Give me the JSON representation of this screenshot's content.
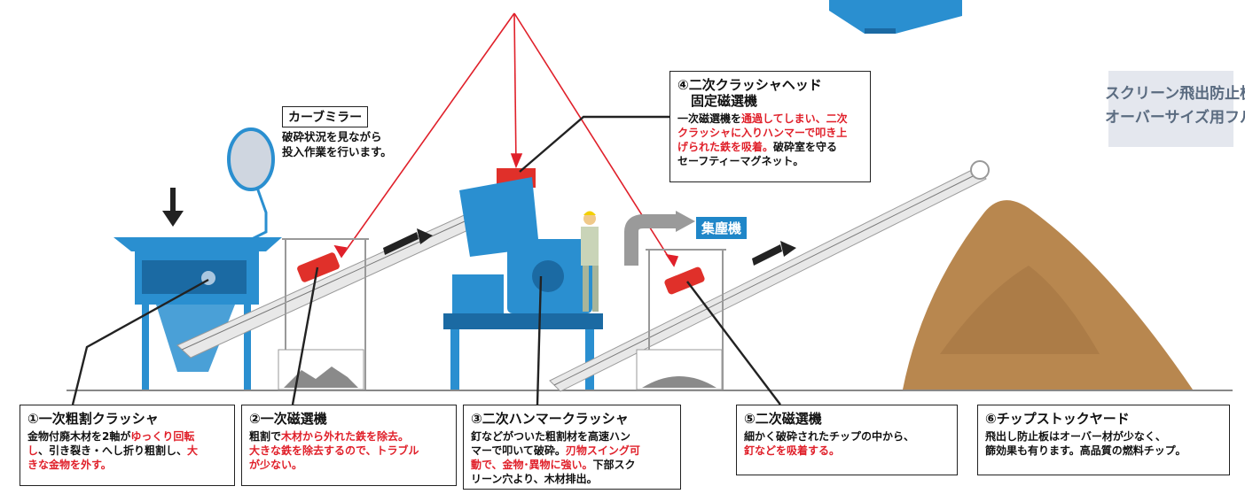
{
  "boxes": [
    {
      "title": "①一次粗割クラッシャ",
      "lines": [
        [
          {
            "t": "金物付廃木材を2軸が",
            "c": "k"
          },
          {
            "t": "ゆっくり回転",
            "c": "r"
          }
        ],
        [
          {
            "t": "し",
            "c": "r"
          },
          {
            "t": "、引き裂き・へし折り粗割し、",
            "c": "k"
          },
          {
            "t": "大",
            "c": "r"
          }
        ],
        [
          {
            "t": "きな金物を外す。",
            "c": "r"
          }
        ]
      ]
    },
    {
      "title": "②一次磁選機",
      "lines": [
        [
          {
            "t": "粗割で",
            "c": "k"
          },
          {
            "t": "木材から外れた鉄を除去。",
            "c": "r"
          }
        ],
        [
          {
            "t": "大きな鉄を除去するので、トラブル",
            "c": "r"
          }
        ],
        [
          {
            "t": "が少ない。",
            "c": "r"
          }
        ]
      ]
    },
    {
      "title": "③二次ハンマークラッシャ",
      "lines": [
        [
          {
            "t": "釘などがついた粗割材を高速ハン",
            "c": "k"
          }
        ],
        [
          {
            "t": "マーで叩いて破砕。",
            "c": "k"
          },
          {
            "t": "刃物スイング可",
            "c": "r"
          }
        ],
        [
          {
            "t": "動で、金物･異物に強い。",
            "c": "r"
          },
          {
            "t": "下部スク",
            "c": "k"
          }
        ],
        [
          {
            "t": "リーン穴より、木材排出。",
            "c": "k"
          }
        ]
      ]
    },
    {
      "title": "④二次クラッシャヘッド\n　固定磁選機",
      "lines": [
        [
          {
            "t": "一次磁選機を",
            "c": "k"
          },
          {
            "t": "通過してしまい、二次",
            "c": "r"
          }
        ],
        [
          {
            "t": "クラッシャに入りハンマーで叩き上",
            "c": "r"
          }
        ],
        [
          {
            "t": "げられた鉄を吸着。",
            "c": "r"
          },
          {
            "t": "破砕室を守る",
            "c": "k"
          }
        ],
        [
          {
            "t": "セーフティーマグネット。",
            "c": "k"
          }
        ]
      ]
    },
    {
      "title": "⑤二次磁選機",
      "lines": [
        [
          {
            "t": "細かく破砕されたチップの中から、",
            "c": "k"
          }
        ],
        [
          {
            "t": "釘などを吸着する。",
            "c": "r"
          }
        ]
      ]
    },
    {
      "title": "⑥チップストックヤード",
      "lines": [
        [
          {
            "t": "飛出し防止板はオーバー材が少なく、",
            "c": "k"
          }
        ],
        [
          {
            "t": "篩効果も有ります。高品質の燃料チップ。",
            "c": "k"
          }
        ]
      ]
    }
  ],
  "mirror": {
    "label": "カーブミラー",
    "line1": "破砕状況を見ながら",
    "line2": "投入作業を行います。"
  },
  "note": {
    "line1": "スクリーン飛出防止板で",
    "line2": "オーバーサイズ用フルイ不要"
  },
  "dust_label": "集塵機",
  "colors": {
    "machine": "#2a8fd0",
    "machine_dark": "#1b6aa3",
    "magnet": "#e0302a",
    "pointer": "#e0202a",
    "chips": "#b8874f"
  }
}
